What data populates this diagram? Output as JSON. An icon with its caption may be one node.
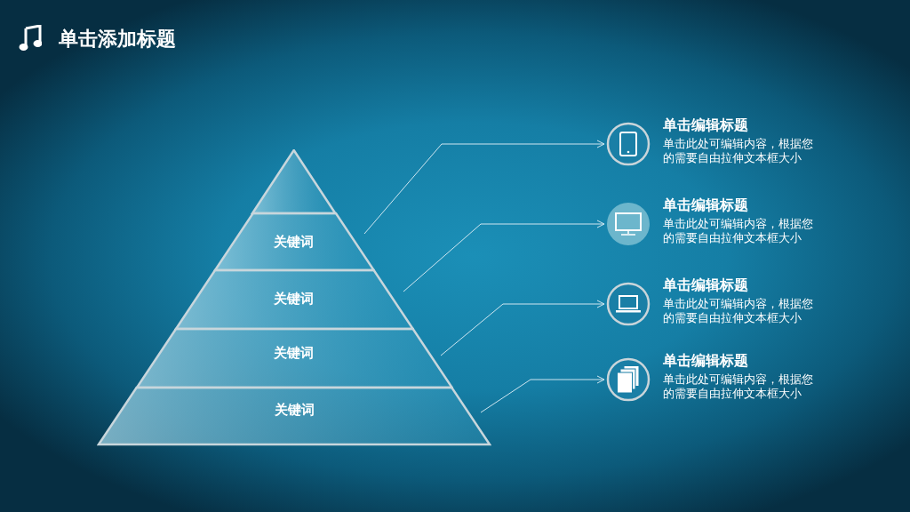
{
  "diagram": {
    "title": "单击添加标题",
    "nodes": [
      {
        "text": [],
        "shape": "triangle"
      },
      {
        "text": [
          "关键词"
        ]
      },
      {
        "text": [
          "关键词"
        ]
      },
      {
        "text": [
          "关键词"
        ]
      },
      {
        "text": [
          "关键词"
        ]
      },
      {
        "text": [],
        "shape": "circle",
        "beside": [
          "单击编辑标题",
          "单击此处可编辑内容，根据您的需要自由拉伸文本框大小"
        ]
      },
      {
        "text": [],
        "shape": "circle",
        "beside": [
          "单击编辑标题",
          "单击此处可编辑内容，根据您的需要自由拉伸文本框大小"
        ]
      },
      {
        "text": [],
        "shape": "circle",
        "beside": [
          "单击编辑标题",
          "单击此处可编辑内容，根据您的需要自由拉伸文本框大小"
        ]
      },
      {
        "text": [],
        "shape": "circle",
        "beside": [
          "单击编辑标题",
          "单击此处可编辑内容，根据您的需要自由拉伸文本框大小"
        ]
      }
    ],
    "edges": [
      {
        "from": 1,
        "to": 5,
        "arrow": "to"
      },
      {
        "from": 2,
        "to": 6,
        "arrow": "to"
      },
      {
        "from": 3,
        "to": 7,
        "arrow": "to"
      },
      {
        "from": 4,
        "to": 8,
        "arrow": "to"
      }
    ]
  }
}
